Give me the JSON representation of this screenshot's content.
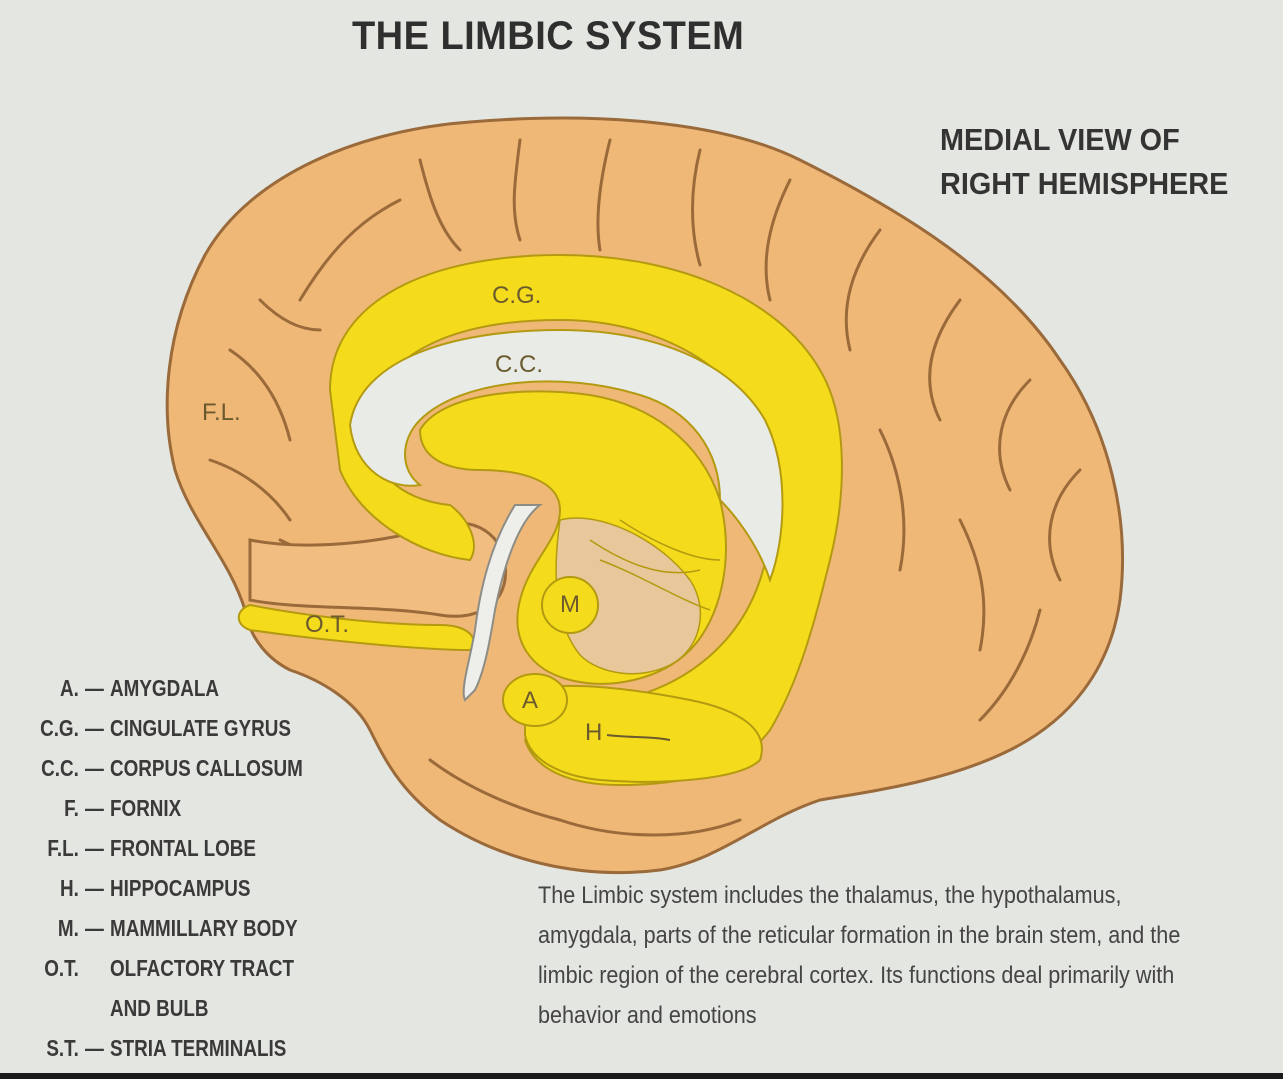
{
  "title": "THE LIMBIC SYSTEM",
  "subtitle": [
    "MEDIAL VIEW OF",
    "RIGHT HEMISPHERE"
  ],
  "diagram_labels": {
    "cg": "C.G.",
    "cc": "C.C.",
    "fl": "F.L.",
    "ot": "O.T.",
    "m": "M",
    "a": "A",
    "h": "H"
  },
  "legend": [
    {
      "abbr": "A.",
      "name": "AMYGDALA"
    },
    {
      "abbr": "C.G.",
      "name": "CINGULATE GYRUS"
    },
    {
      "abbr": "C.C.",
      "name": "CORPUS CALLOSUM"
    },
    {
      "abbr": "F.",
      "name": "FORNIX"
    },
    {
      "abbr": "F.L.",
      "name": "FRONTAL LOBE"
    },
    {
      "abbr": "H.",
      "name": "HIPPOCAMPUS"
    },
    {
      "abbr": "M.",
      "name": "MAMMILLARY BODY"
    },
    {
      "abbr": "O.T.",
      "name": "OLFACTORY TRACT",
      "name2": "AND BULB"
    },
    {
      "abbr": "S.T.",
      "name": "STRIA TERMINALIS"
    }
  ],
  "description": "The Limbic system includes the thalamus, the hypothalamus, amygdala, parts of the reticular formation in the brain stem, and the limbic region of the cerebral cortex. Its functions deal primarily with behavior and emotions",
  "colors": {
    "cortex": "#efb877",
    "cortex_outline": "#9a6a3a",
    "limbic": "#f4dc1c",
    "limbic_outline": "#b39a10",
    "background": "#e4e6e1"
  }
}
